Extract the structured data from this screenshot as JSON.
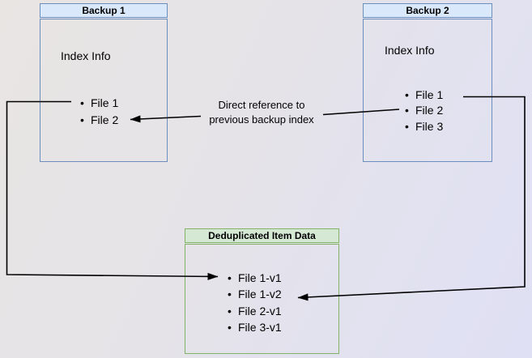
{
  "backup1": {
    "title": "Backup 1",
    "subtitle": "Index Info",
    "items": [
      "File 1",
      "File 2"
    ]
  },
  "backup2": {
    "title": "Backup 2",
    "subtitle": "Index Info",
    "items": [
      "File 1",
      "File 2",
      "File 3"
    ]
  },
  "dedup": {
    "title": "Deduplicated Item Data",
    "items": [
      "File 1-v1",
      "File 1-v2",
      "File 2-v1",
      "File 3-v1"
    ]
  },
  "annotation": {
    "text": "Direct reference to previous backup index"
  },
  "colors": {
    "blue_header_fill": "#dae8fc",
    "blue_border": "#6c8ebf",
    "green_header_fill": "#d5e8d4",
    "green_border": "#82b366",
    "arrow": "#000000",
    "background_top_left": "#e8e5e3",
    "background_bottom_right": "#dfe0f4"
  }
}
